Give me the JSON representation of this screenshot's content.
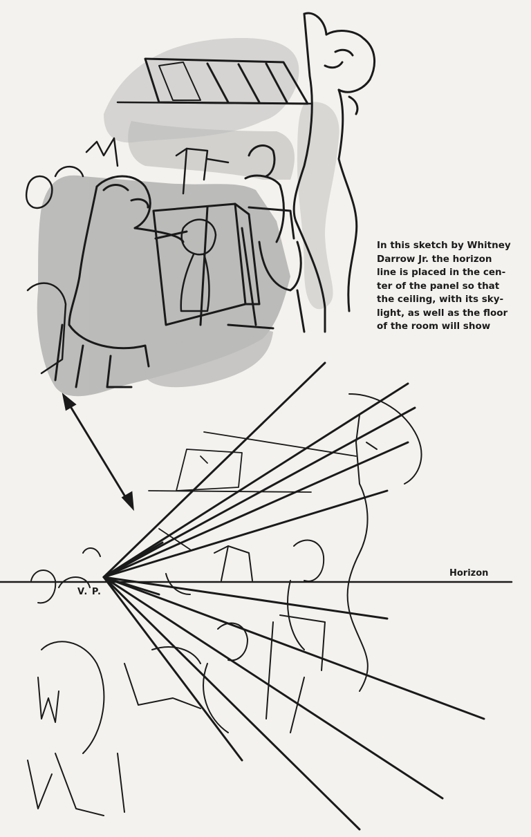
{
  "caption": {
    "lines": [
      "In this sketch by Whitney",
      "Darrow Jr. the horizon",
      "line is placed in the cen-",
      "ter of the panel so that",
      "the ceiling, with its sky-",
      "light, as well as the floor",
      "of the room will show"
    ]
  },
  "diagram": {
    "horizon_label": "Horizon",
    "vp_label": "V. P."
  },
  "colors": {
    "ink": "#1a1a1a",
    "wash": "#a9a9a9",
    "paper": "#f4f2ee"
  }
}
